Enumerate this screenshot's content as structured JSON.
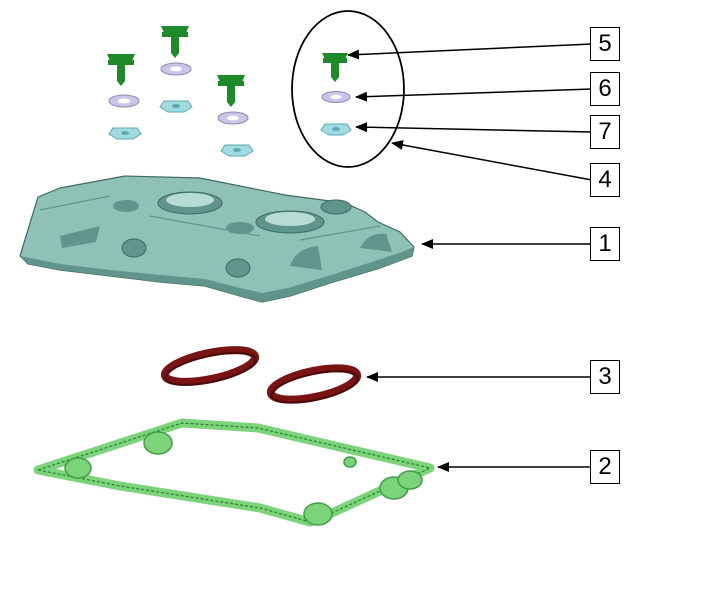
{
  "diagram": {
    "parts": [
      {
        "id": "valve-cover",
        "callout": "1"
      },
      {
        "id": "cover-gasket",
        "callout": "2"
      },
      {
        "id": "port-seals",
        "callout": "3"
      },
      {
        "id": "fastener-kit",
        "callout": "4"
      },
      {
        "id": "bolt",
        "callout": "5"
      },
      {
        "id": "washer",
        "callout": "6"
      },
      {
        "id": "grommet",
        "callout": "7"
      }
    ]
  },
  "colors": {
    "cover": "#8fc1b6",
    "cover_dark": "#5f958a",
    "gasket": "#7bd37a",
    "gasket_dark": "#3f9e44",
    "seal": "#7a1414",
    "bolt": "#1f8a2a",
    "washer": "#c9c6e6",
    "grommet": "#9fdbe0"
  }
}
